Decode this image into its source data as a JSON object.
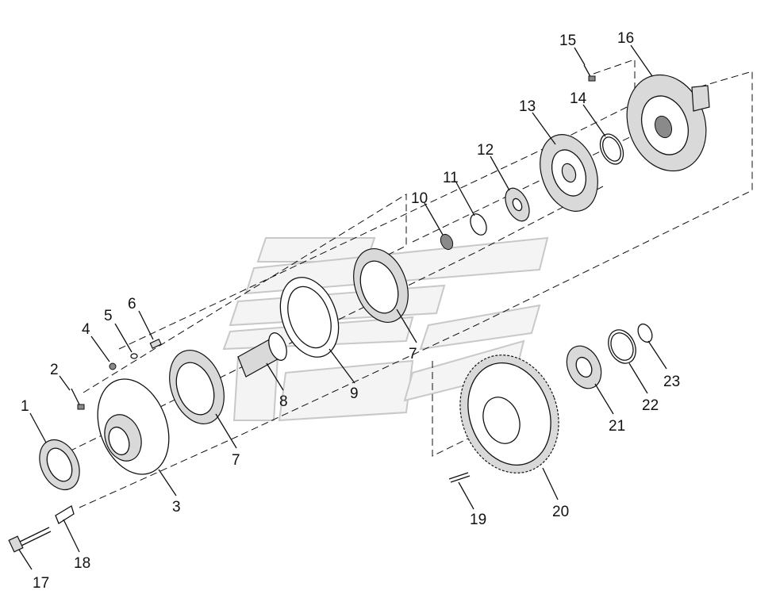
{
  "diagram": {
    "labels": [
      "1",
      "2",
      "3",
      "4",
      "5",
      "6",
      "7",
      "7",
      "8",
      "9",
      "10",
      "11",
      "12",
      "13",
      "14",
      "15",
      "16",
      "17",
      "18",
      "19",
      "20",
      "21",
      "22",
      "23"
    ]
  }
}
